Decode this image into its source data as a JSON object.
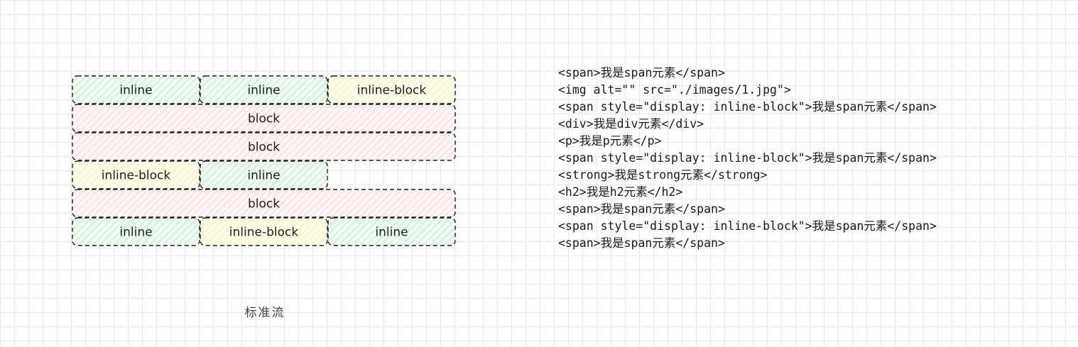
{
  "layout_diagram": {
    "boxes": [
      {
        "row": 0,
        "col": 0,
        "span": 1,
        "kind": "inline",
        "label": "inline"
      },
      {
        "row": 0,
        "col": 1,
        "span": 1,
        "kind": "inline",
        "label": "inline"
      },
      {
        "row": 0,
        "col": 2,
        "span": 1,
        "kind": "inline-block",
        "label": "inline-block"
      },
      {
        "row": 1,
        "col": 0,
        "span": 3,
        "kind": "block",
        "label": "block"
      },
      {
        "row": 2,
        "col": 0,
        "span": 3,
        "kind": "block",
        "label": "block"
      },
      {
        "row": 3,
        "col": 0,
        "span": 1,
        "kind": "inline-block",
        "label": "inline-block"
      },
      {
        "row": 3,
        "col": 1,
        "span": 1,
        "kind": "inline",
        "label": "inline"
      },
      {
        "row": 4,
        "col": 0,
        "span": 3,
        "kind": "block",
        "label": "block"
      },
      {
        "row": 5,
        "col": 0,
        "span": 1,
        "kind": "inline",
        "label": "inline"
      },
      {
        "row": 5,
        "col": 1,
        "span": 1,
        "kind": "inline-block",
        "label": "inline-block"
      },
      {
        "row": 5,
        "col": 2,
        "span": 1,
        "kind": "inline",
        "label": "inline"
      }
    ],
    "colors": {
      "inline": "#d3f2dc",
      "inline-block": "#fcf6cf",
      "block": "#fddbe0",
      "border": "#1e1e1e"
    },
    "caption": "标准流"
  },
  "code_lines": [
    "<span>我是span元素</span>",
    "<img alt=\"\" src=\"./images/1.jpg\">",
    "<span style=\"display: inline-block\">我是span元素</span>",
    "<div>我是div元素</div>",
    "<p>我是p元素</p>",
    "<span style=\"display: inline-block\">我是span元素</span>",
    "<strong>我是strong元素</strong>",
    "<h2>我是h2元素</h2>",
    "<span>我是span元素</span>",
    "<span style=\"display: inline-block\">我是span元素</span>",
    "<span>我是span元素</span>"
  ]
}
